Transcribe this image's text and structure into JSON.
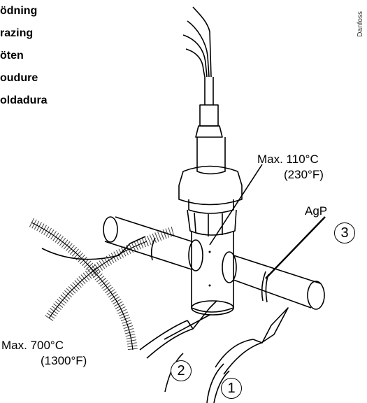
{
  "words": [
    "ödning",
    "razing",
    "öten",
    "oudure",
    "oldadura"
  ],
  "brand": "Danfoss",
  "labels": {
    "max_top": "Max. 110°C",
    "max_top_f": "(230°F)",
    "max_bottom": "Max. 700°C",
    "max_bottom_f": "(1300°F)",
    "agp": "AgP"
  },
  "markers": [
    "1",
    "2",
    "3"
  ]
}
